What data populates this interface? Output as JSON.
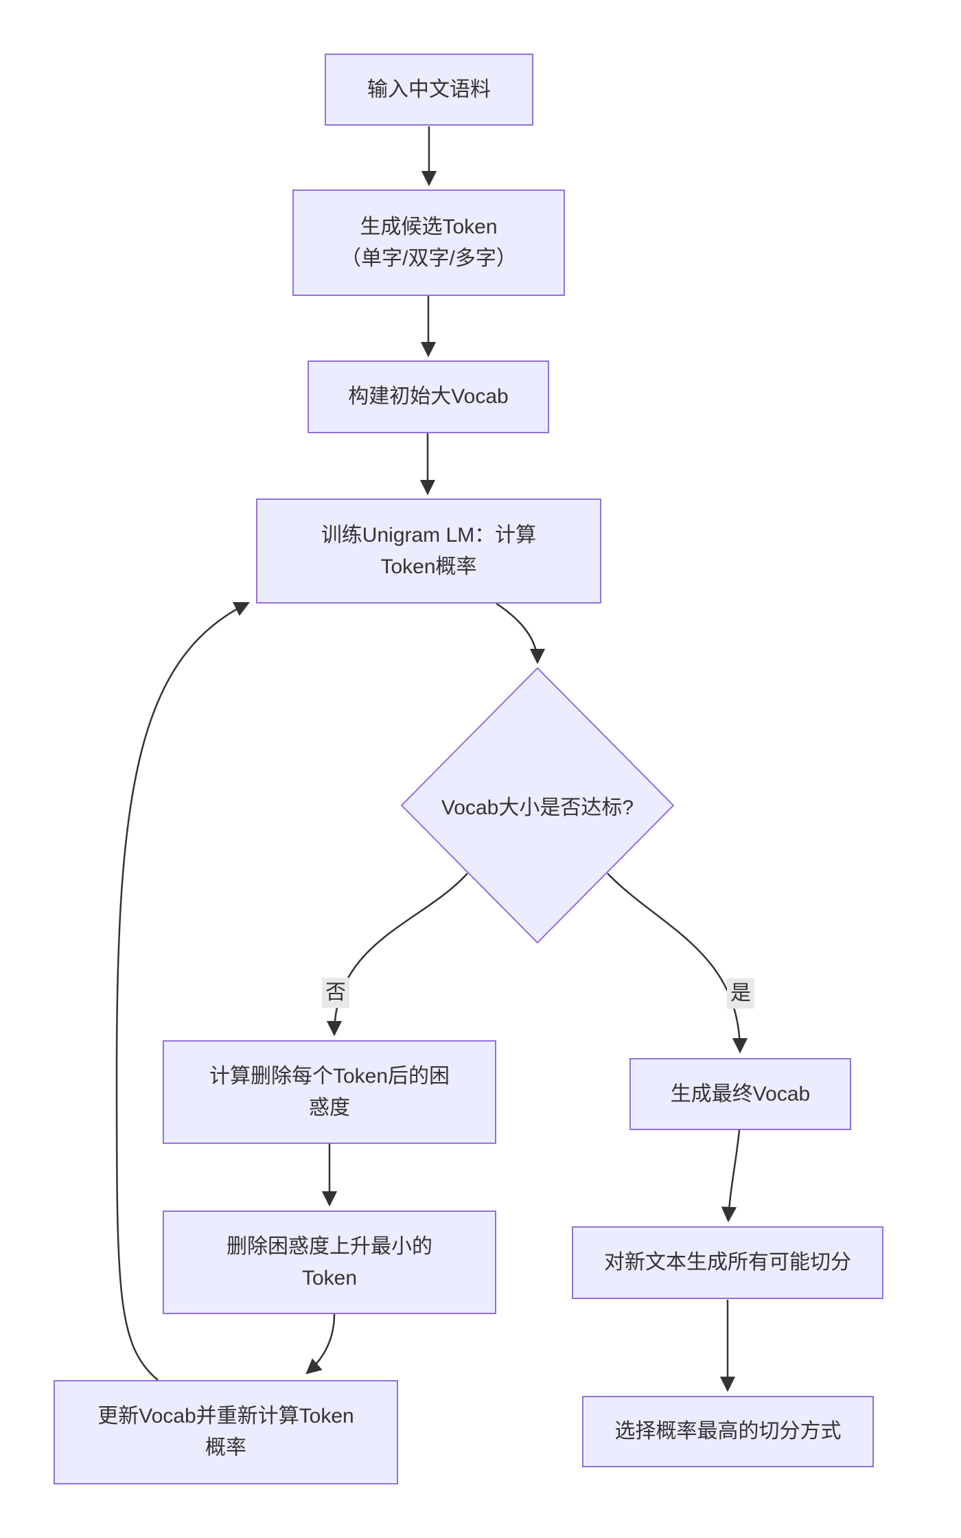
{
  "diagram": {
    "type": "flowchart",
    "direction": "top-down",
    "colors": {
      "node_fill": "#ECECFF",
      "node_border": "#9370DB",
      "text": "#333333",
      "edge": "#333333",
      "edge_label_bg": "#e8e8e8",
      "background": "#ffffff"
    },
    "nodes": {
      "input_corpus": {
        "shape": "rect",
        "lines": [
          "输入中文语料"
        ]
      },
      "gen_candidates": {
        "shape": "rect",
        "lines": [
          "生成候选Token",
          "（单字/双字/多字）"
        ]
      },
      "build_vocab": {
        "shape": "rect",
        "lines": [
          "构建初始大Vocab"
        ]
      },
      "train_lm": {
        "shape": "rect",
        "lines": [
          "训练Unigram LM：计算",
          "Token概率"
        ]
      },
      "size_check": {
        "shape": "diamond",
        "lines": [
          "Vocab大小是否达标?"
        ]
      },
      "calc_perplexity": {
        "shape": "rect",
        "lines": [
          "计算删除每个Token后的困",
          "惑度"
        ]
      },
      "remove_token": {
        "shape": "rect",
        "lines": [
          "删除困惑度上升最小的",
          "Token"
        ]
      },
      "update_vocab": {
        "shape": "rect",
        "lines": [
          "更新Vocab并重新计算Token",
          "概率"
        ]
      },
      "final_vocab": {
        "shape": "rect",
        "lines": [
          "生成最终Vocab"
        ]
      },
      "gen_segmentations": {
        "shape": "rect",
        "lines": [
          "对新文本生成所有可能切分"
        ]
      },
      "pick_best": {
        "shape": "rect",
        "lines": [
          "选择概率最高的切分方式"
        ]
      }
    },
    "edge_labels": {
      "no": "否",
      "yes": "是"
    }
  }
}
